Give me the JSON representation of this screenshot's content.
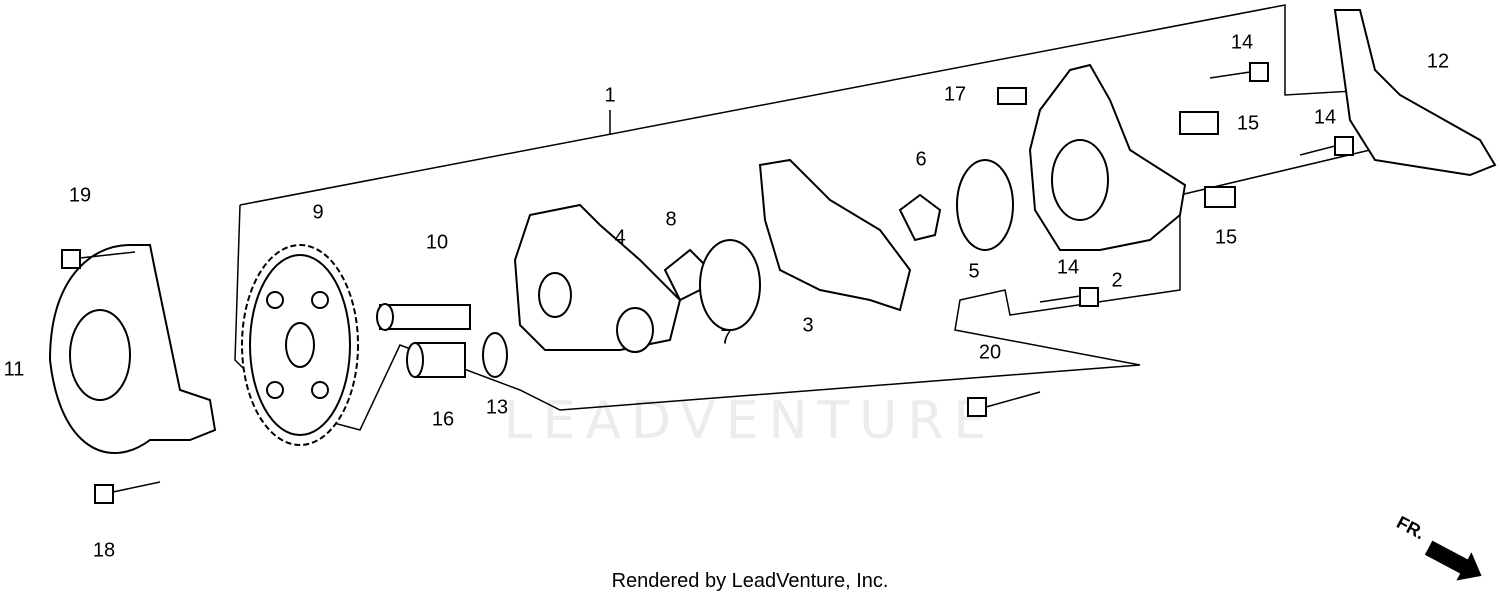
{
  "watermark": "LEADVENTURE",
  "footer": "Rendered by LeadVenture, Inc.",
  "direction_marker": "FR.",
  "callouts": {
    "c1": "1",
    "c2": "2",
    "c3": "3",
    "c4": "4",
    "c5": "5",
    "c6": "6",
    "c7": "7",
    "c8": "8",
    "c9": "9",
    "c10": "10",
    "c11": "11",
    "c12": "12",
    "c13": "13",
    "c14a": "14",
    "c14b": "14",
    "c14c": "14",
    "c15a": "15",
    "c15b": "15",
    "c16": "16",
    "c17": "17",
    "c18": "18",
    "c19": "19",
    "c20": "20"
  }
}
